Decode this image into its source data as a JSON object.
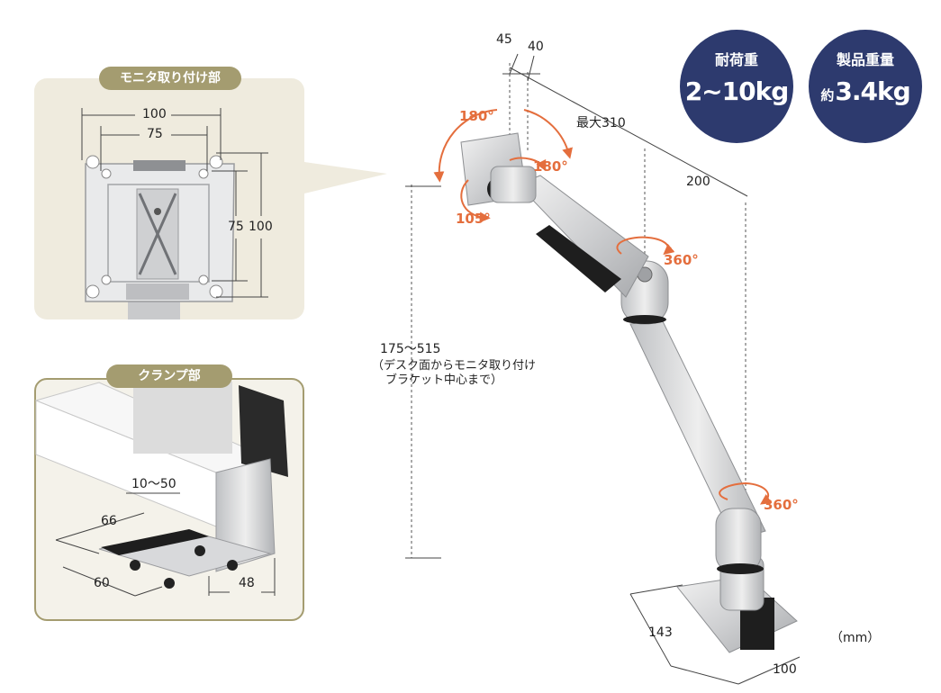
{
  "badges": {
    "load": {
      "label": "耐荷重",
      "value": "2~10kg"
    },
    "weight": {
      "label": "製品重量",
      "prefix": "約",
      "value": "3.4kg"
    }
  },
  "sections": {
    "mount_title": "モニタ取り付け部",
    "clamp_title": "クランプ部"
  },
  "mount_dims": {
    "w100": "100",
    "w75": "75",
    "h75": "75",
    "h100": "100"
  },
  "clamp_dims": {
    "thickness": "10〜50",
    "d66": "66",
    "d60": "60",
    "d48": "48"
  },
  "arm_dims": {
    "d45": "45",
    "d40": "40",
    "max310": "最大310",
    "d200": "200",
    "height": "175〜515",
    "height_note_1": "（デスク面からモニタ取り付け",
    "height_note_2": "ブラケット中心まで）",
    "base143": "143",
    "base100": "100",
    "unit": "（mm）"
  },
  "rotations": {
    "tilt_top": "180°",
    "swivel": "180°",
    "tilt": "105°",
    "elbow": "360°",
    "base": "360°"
  },
  "colors": {
    "badge_bg": "#2d3a6e",
    "section_pill": "#a49c70",
    "rotation_accent": "#e46e3d"
  }
}
